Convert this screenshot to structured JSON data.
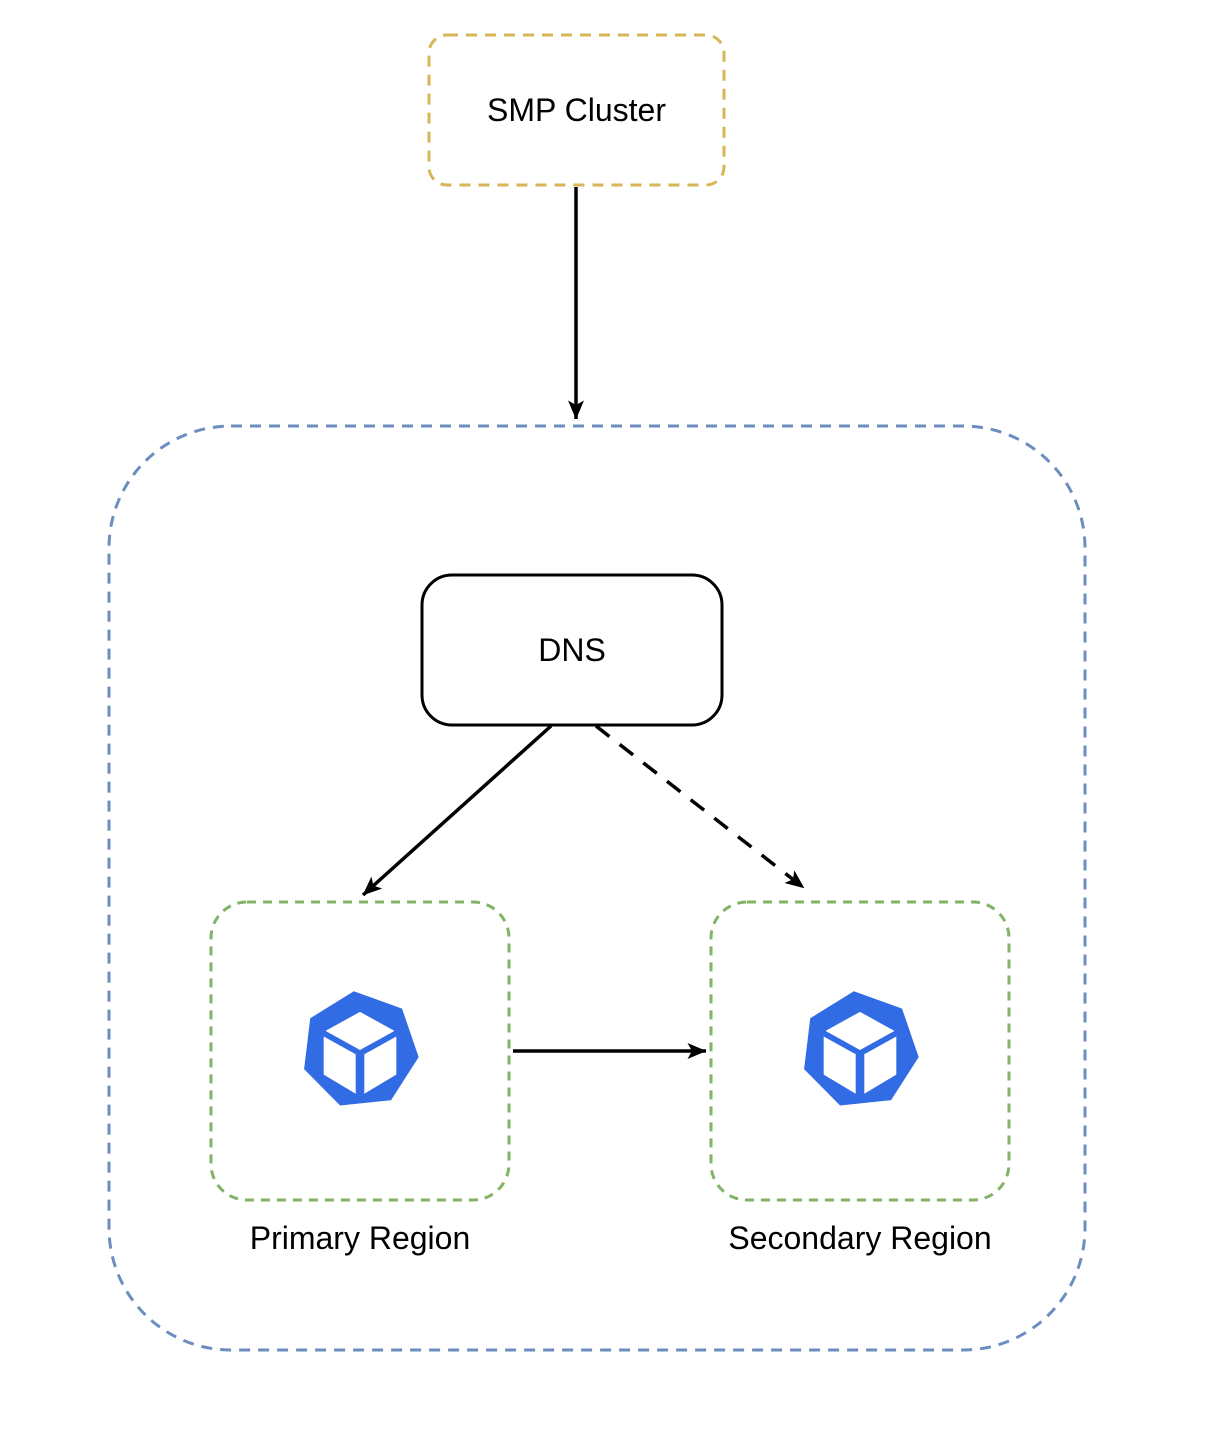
{
  "nodes": {
    "smp_cluster": {
      "label": "SMP Cluster",
      "shape": "rounded-rect",
      "border_style": "dashed",
      "border_color": "#D6B656"
    },
    "outer_group": {
      "shape": "rounded-rect",
      "border_style": "dashed",
      "border_color": "#6C8EBF"
    },
    "dns": {
      "label": "DNS",
      "shape": "rounded-rect",
      "border_style": "solid",
      "border_color": "#000000"
    },
    "primary_region": {
      "label": "Primary Region",
      "shape": "rounded-rect",
      "border_style": "dashed",
      "border_color": "#82B366",
      "icon": "kubernetes-node-icon"
    },
    "secondary_region": {
      "label": "Secondary Region",
      "shape": "rounded-rect",
      "border_style": "dashed",
      "border_color": "#82B366",
      "icon": "kubernetes-node-icon"
    }
  },
  "edges": [
    {
      "from": "smp_cluster",
      "to": "outer_group",
      "style": "solid",
      "arrowhead": "classic-filled"
    },
    {
      "from": "dns",
      "to": "primary_region",
      "style": "solid",
      "arrowhead": "classic-filled"
    },
    {
      "from": "dns",
      "to": "secondary_region",
      "style": "dashed",
      "arrowhead": "classic-filled"
    },
    {
      "from": "primary_region",
      "to": "secondary_region",
      "style": "solid",
      "arrowhead": "classic-filled"
    }
  ],
  "colors": {
    "edge": "#000000",
    "icon_fill": "#326CE5",
    "icon_cube": "#FFFFFF",
    "node_fill": "#FFFFFF",
    "text": "#000000",
    "background": "#FFFFFF"
  }
}
